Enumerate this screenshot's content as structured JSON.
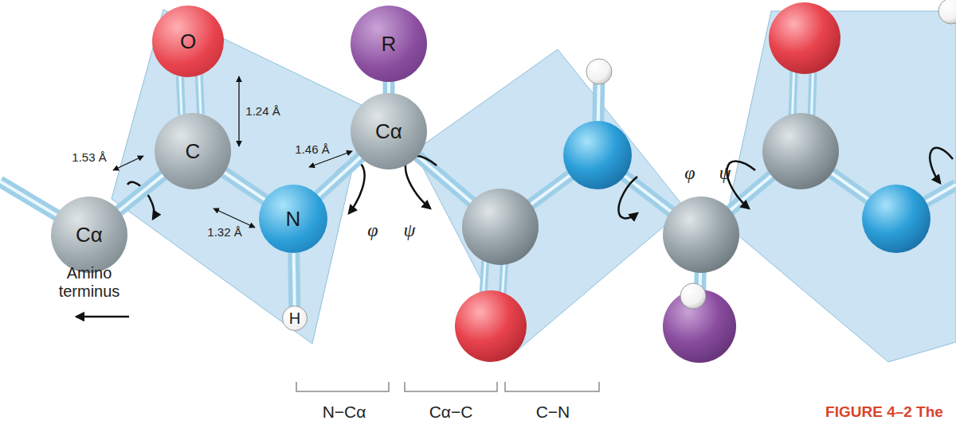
{
  "diagram": {
    "nodes": [
      {
        "text": [
          "Cα"
        ]
      },
      {
        "text": [
          "C"
        ]
      },
      {
        "text": [
          "O"
        ]
      },
      {
        "text": [
          "N"
        ]
      },
      {
        "text": [
          "H"
        ]
      },
      {
        "text": [
          "Cα"
        ]
      },
      {
        "text": [
          "R"
        ]
      }
    ],
    "edges": [
      {
        "from": 0,
        "to": 1,
        "arrow": "none"
      },
      {
        "from": 1,
        "to": 2,
        "arrow": "none"
      },
      {
        "from": 1,
        "to": 3,
        "arrow": "none"
      },
      {
        "from": 3,
        "to": 4,
        "arrow": "none"
      },
      {
        "from": 3,
        "to": 5,
        "arrow": "none"
      },
      {
        "from": 5,
        "to": 6,
        "arrow": "none"
      }
    ],
    "labels": [
      "1.53 Å",
      "1.24 Å",
      "1.46 Å",
      "1.32 Å",
      "φ",
      "ψ",
      "φ",
      "ψ",
      "Amino terminus",
      "N−Cα",
      "Cα−C",
      "C−N",
      "FIGURE 4–2 The"
    ]
  }
}
